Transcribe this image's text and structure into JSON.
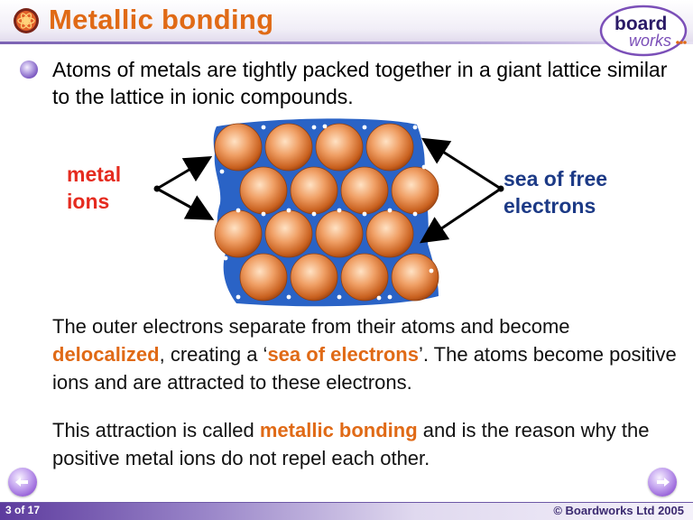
{
  "header": {
    "title": "Metallic bonding",
    "brand_line1": "board",
    "brand_line2": "works"
  },
  "intro_text": "Atoms of metals are tightly packed together in a giant lattice similar to the lattice in ionic compounds.",
  "diagram": {
    "left_label": "metal\nions",
    "right_label": "sea of free\nelectrons",
    "rows": [
      4,
      4,
      4,
      4
    ],
    "ion_color": "#d9752e",
    "sea_color": "#2a63c6",
    "label_left_color": "#e52b1f",
    "label_right_color": "#1c3a86"
  },
  "paragraph1": {
    "part1": "The outer electrons separate from their atoms and become ",
    "kw1": "delocalized",
    "part2": ", creating a ‘",
    "kw2": "sea of electrons",
    "part3": "’. The atoms become positive ions and are attracted to these electrons."
  },
  "paragraph2": {
    "part1": "This attraction is called ",
    "kw1": "metallic bonding",
    "part2": " and is the reason why the positive metal ions do not repel each other."
  },
  "footer": {
    "slide_number": "3 of 17",
    "copyright": "© Boardworks Ltd 2005"
  },
  "colors": {
    "title": "#e06a16",
    "keyword": "#e06a16",
    "accent_purple": "#6c46b8"
  }
}
